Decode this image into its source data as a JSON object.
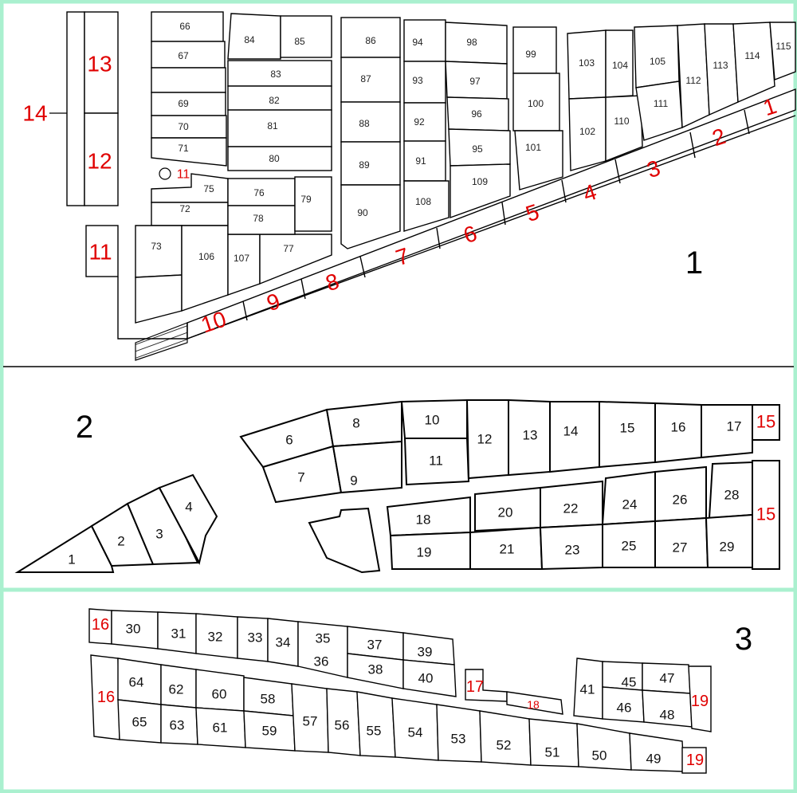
{
  "colors": {
    "frame": "#aaf0cf",
    "line": "#000000",
    "red_label": "#e00000",
    "background": "#ffffff"
  },
  "sections": [
    "1",
    "2",
    "3"
  ],
  "section1": {
    "plots": [
      "66",
      "67",
      "69",
      "70",
      "71",
      "75",
      "72",
      "73",
      "106",
      "107",
      "77",
      "76",
      "78",
      "79",
      "84",
      "85",
      "83",
      "82",
      "81",
      "80",
      "86",
      "87",
      "88",
      "89",
      "90",
      "94",
      "93",
      "92",
      "91",
      "108",
      "98",
      "97",
      "96",
      "95",
      "109",
      "99",
      "100",
      "101",
      "103",
      "104",
      "102",
      "110",
      "105",
      "111",
      "112",
      "113",
      "114",
      "115"
    ],
    "red_labels": [
      "14",
      "13",
      "12",
      "11",
      "11",
      "10",
      "9",
      "8",
      "7",
      "6",
      "5",
      "4",
      "3",
      "2",
      "1"
    ]
  },
  "section2": {
    "plots": [
      "1",
      "2",
      "3",
      "4",
      "6",
      "7",
      "8",
      "9",
      "10",
      "11",
      "12",
      "13",
      "14",
      "15",
      "16",
      "17",
      "18",
      "19",
      "20",
      "21",
      "22",
      "23",
      "24",
      "25",
      "26",
      "27",
      "28",
      "29"
    ],
    "red_labels": [
      "15",
      "15"
    ]
  },
  "section3": {
    "plots": [
      "30",
      "31",
      "32",
      "33",
      "34",
      "35",
      "36",
      "37",
      "38",
      "39",
      "40",
      "64",
      "62",
      "60",
      "65",
      "63",
      "61",
      "58",
      "59",
      "57",
      "56",
      "55",
      "54",
      "53",
      "52",
      "51",
      "50",
      "49",
      "41",
      "45",
      "47",
      "46",
      "48"
    ],
    "red_labels": [
      "16",
      "16",
      "17",
      "18",
      "19",
      "19"
    ]
  }
}
